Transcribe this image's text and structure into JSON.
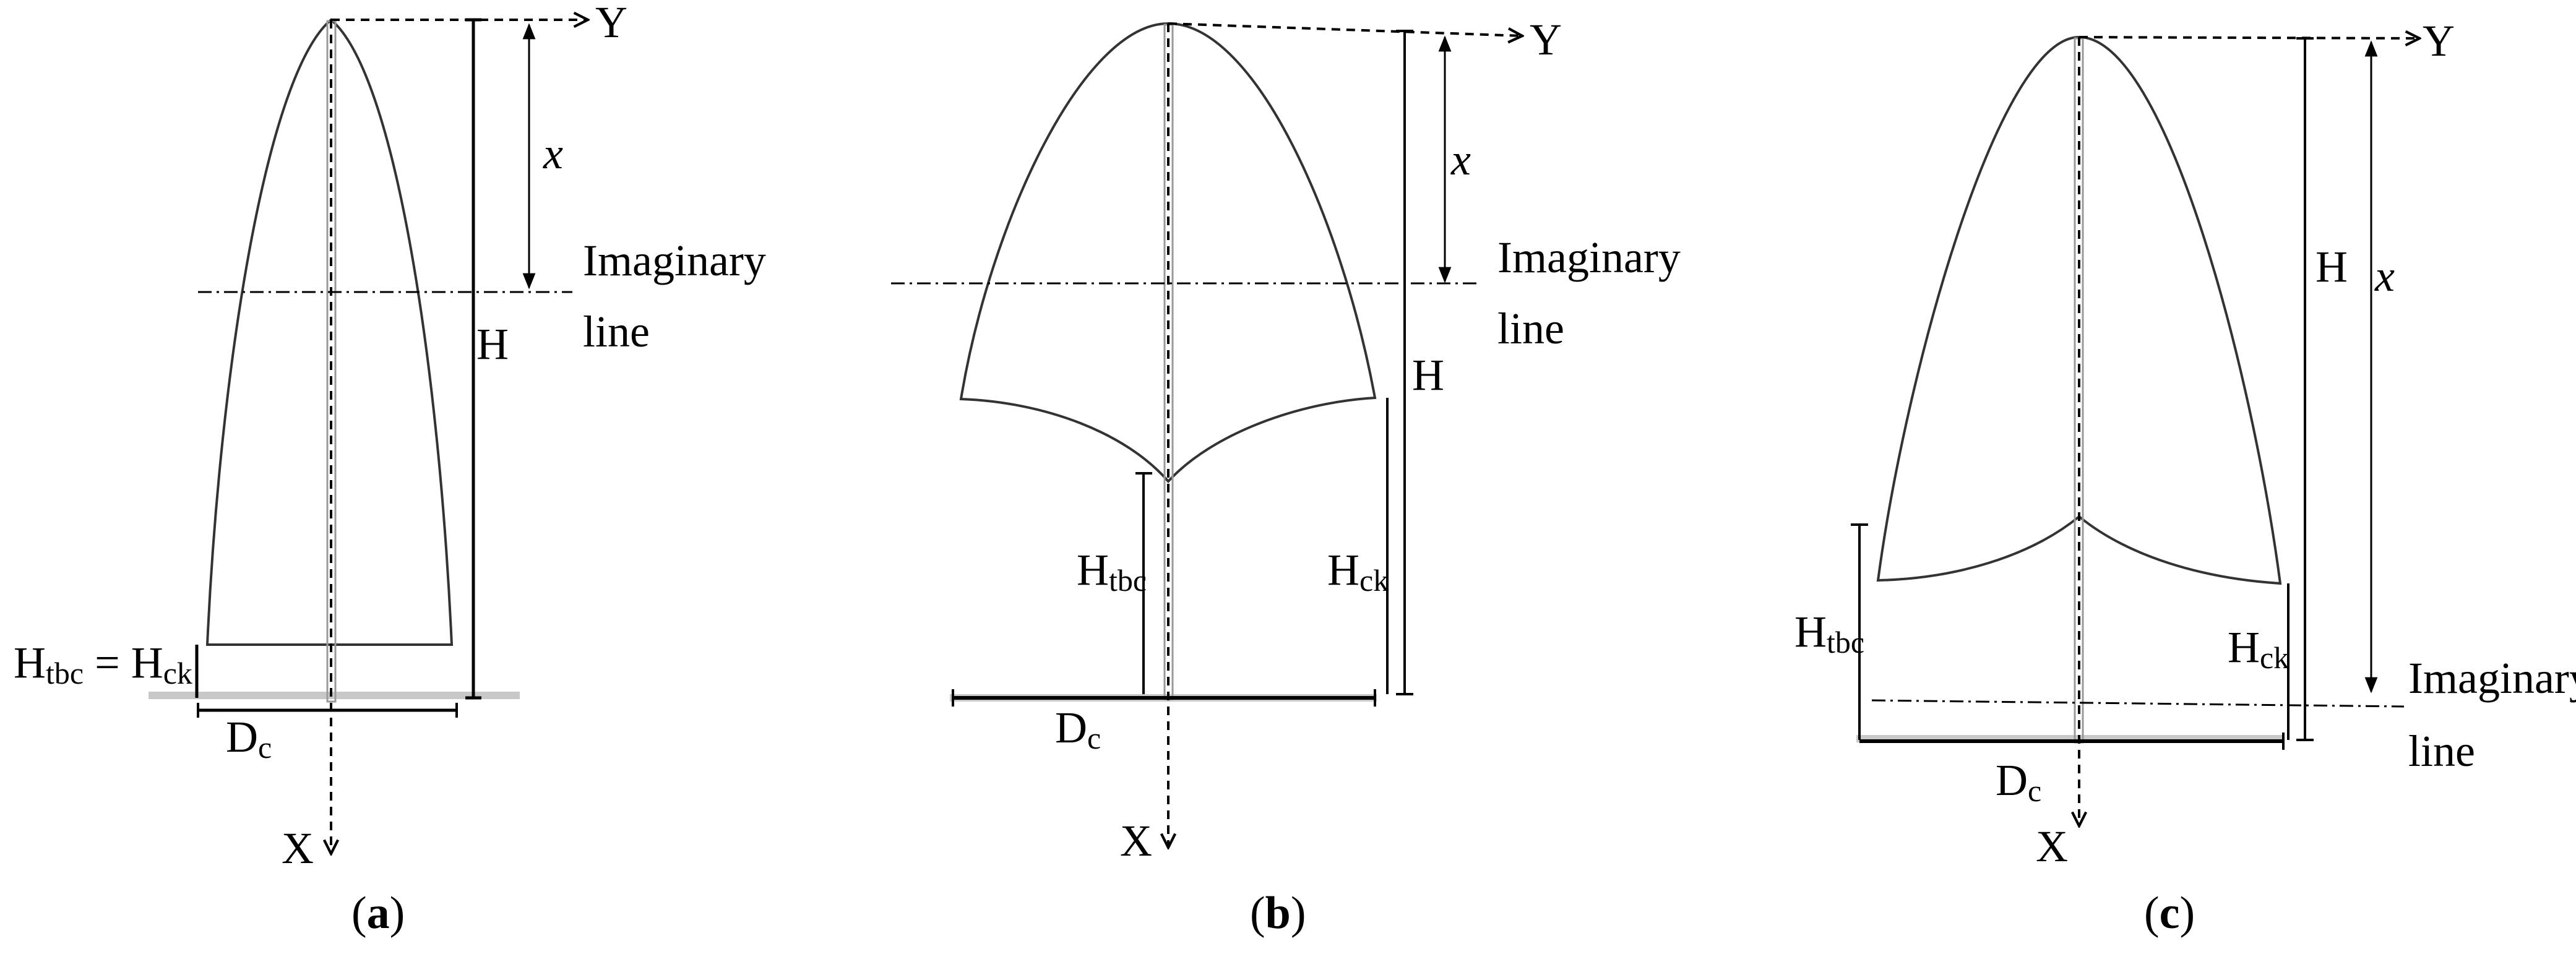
{
  "panels": [
    {
      "id": "a",
      "caption_open": "(",
      "caption_letter": "a",
      "caption_close": ")",
      "axis_y": "Y",
      "axis_x": "X",
      "var_x": "x",
      "height": "H",
      "imaginary_line": [
        "Imaginary",
        "line"
      ],
      "htbc_main": "H",
      "htbc_sub": "tbc",
      "hck_main": "H",
      "hck_sub": "ck",
      "equals": " = ",
      "dc_main": "D",
      "dc_sub": "c"
    },
    {
      "id": "b",
      "caption_open": "(",
      "caption_letter": "b",
      "caption_close": ")",
      "axis_y": "Y",
      "axis_x": "X",
      "var_x": "x",
      "height": "H",
      "imaginary_line": [
        "Imaginary",
        "line"
      ],
      "htbc_main": "H",
      "htbc_sub": "tbc",
      "hck_main": "H",
      "hck_sub": "ck",
      "dc_main": "D",
      "dc_sub": "c"
    },
    {
      "id": "c",
      "caption_open": "(",
      "caption_letter": "c",
      "caption_close": ")",
      "axis_y": "Y",
      "axis_x": "X",
      "var_x": "x",
      "height": "H",
      "imaginary_line": [
        "Imaginary",
        "line"
      ],
      "htbc_main": "H",
      "htbc_sub": "tbc",
      "hck_main": "H",
      "hck_sub": "ck",
      "dc_main": "D",
      "dc_sub": "c"
    }
  ]
}
